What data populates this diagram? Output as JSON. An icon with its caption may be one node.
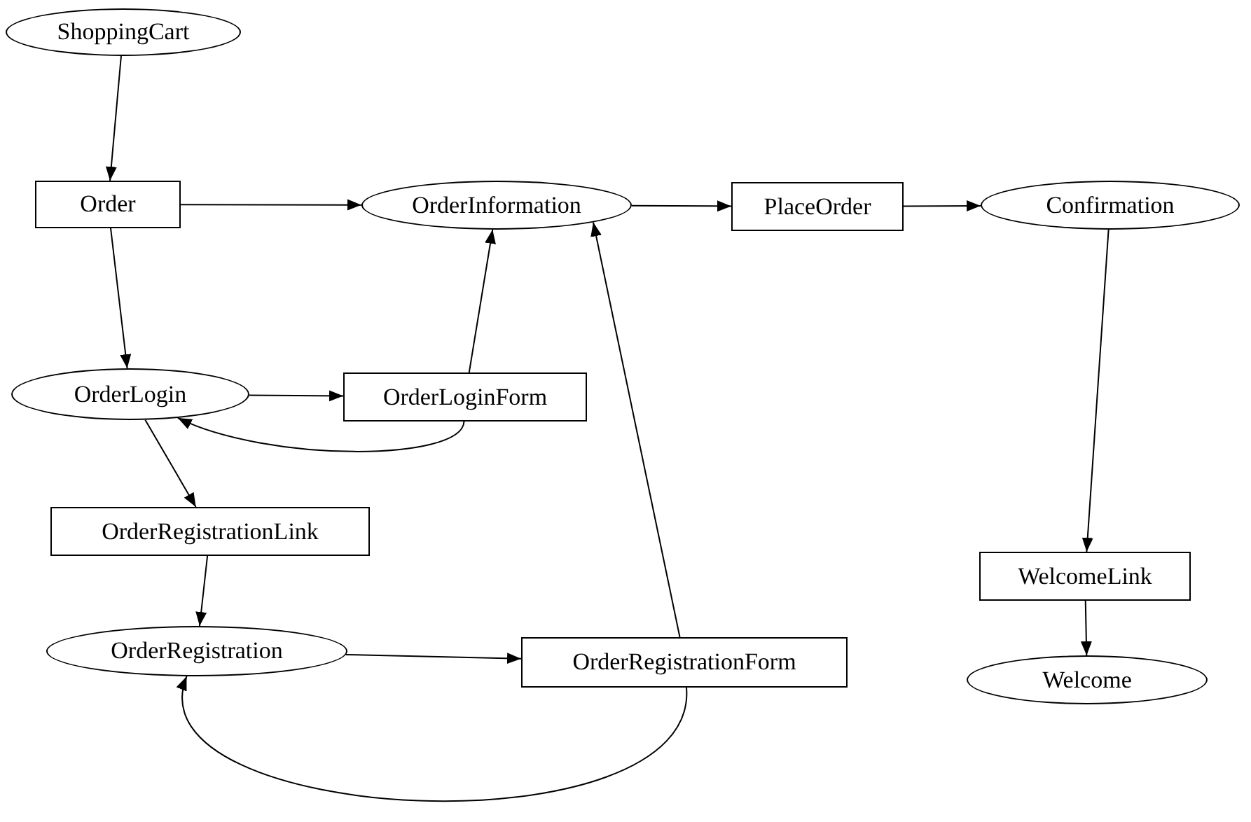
{
  "diagram": {
    "nodes": [
      {
        "text": [
          "ShoppingCart"
        ]
      },
      {
        "text": [
          "Order"
        ]
      },
      {
        "text": [
          "OrderInformation"
        ]
      },
      {
        "text": [
          "PlaceOrder"
        ]
      },
      {
        "text": [
          "Confirmation"
        ]
      },
      {
        "text": [
          "OrderLogin"
        ]
      },
      {
        "text": [
          "OrderLoginForm"
        ]
      },
      {
        "text": [
          "OrderRegistrationLink"
        ]
      },
      {
        "text": [
          "OrderRegistration"
        ]
      },
      {
        "text": [
          "OrderRegistrationForm"
        ]
      },
      {
        "text": [
          "WelcomeLink"
        ]
      },
      {
        "text": [
          "Welcome"
        ]
      }
    ],
    "edges": [
      {
        "from": 0,
        "to": 1,
        "arrow": "to"
      },
      {
        "from": 1,
        "to": 2,
        "arrow": "to"
      },
      {
        "from": 1,
        "to": 5,
        "arrow": "to"
      },
      {
        "from": 2,
        "to": 3,
        "arrow": "to"
      },
      {
        "from": 3,
        "to": 4,
        "arrow": "to"
      },
      {
        "from": 4,
        "to": 10,
        "arrow": "to"
      },
      {
        "from": 10,
        "to": 11,
        "arrow": "to"
      },
      {
        "from": 5,
        "to": 6,
        "arrow": "to"
      },
      {
        "from": 6,
        "to": 2,
        "arrow": "to"
      },
      {
        "from": 6,
        "to": 5,
        "arrow": "to"
      },
      {
        "from": 5,
        "to": 7,
        "arrow": "to"
      },
      {
        "from": 7,
        "to": 8,
        "arrow": "to"
      },
      {
        "from": 8,
        "to": 9,
        "arrow": "to"
      },
      {
        "from": 9,
        "to": 2,
        "arrow": "to"
      },
      {
        "from": 9,
        "to": 8,
        "arrow": "to"
      }
    ]
  }
}
